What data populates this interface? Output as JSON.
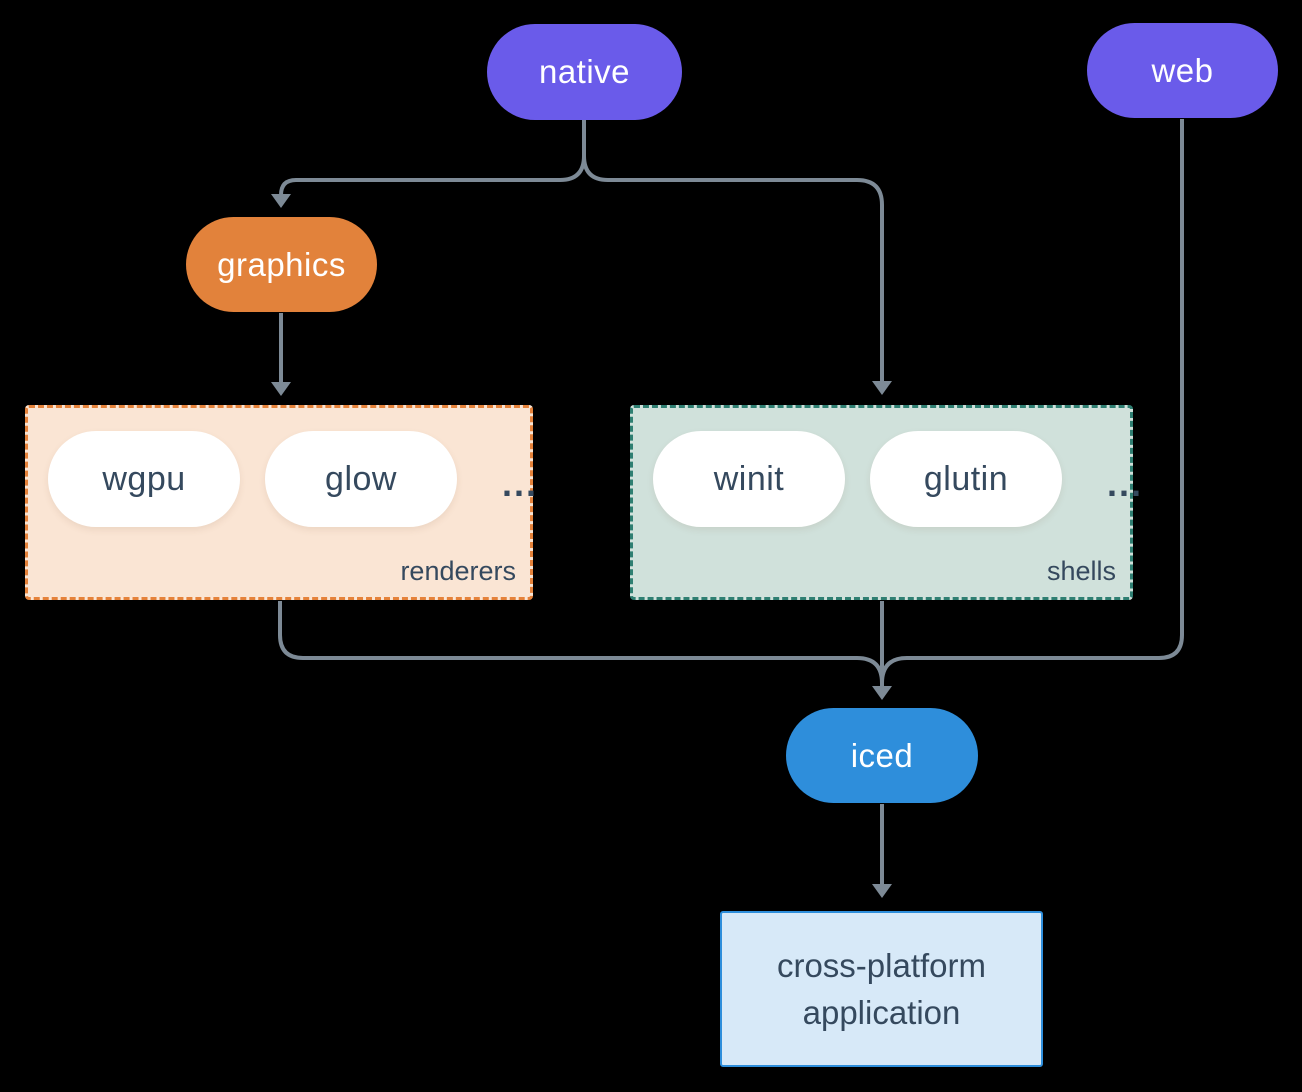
{
  "colors": {
    "background": "#000000",
    "platform_pill": "#6A5BEA",
    "graphics_pill": "#E2823B",
    "iced_pill": "#2E8EDB",
    "renderers_bg": "#FAE5D4",
    "renderers_border": "#E5823A",
    "shells_bg": "#D0E1DB",
    "shells_border": "#2F7F72",
    "application_bg": "#D7E9F8",
    "application_border": "#2E8EDB",
    "connector": "#7D8A96",
    "dark_text": "#35495E"
  },
  "nodes": {
    "native": {
      "label": "native"
    },
    "web": {
      "label": "web"
    },
    "graphics": {
      "label": "graphics"
    },
    "iced": {
      "label": "iced"
    },
    "application": {
      "line1": "cross-platform",
      "line2": "application"
    }
  },
  "groups": {
    "renderers": {
      "label": "renderers",
      "items": [
        "wgpu",
        "glow"
      ],
      "ellipsis": "..."
    },
    "shells": {
      "label": "shells",
      "items": [
        "winit",
        "glutin"
      ],
      "ellipsis": "..."
    }
  }
}
